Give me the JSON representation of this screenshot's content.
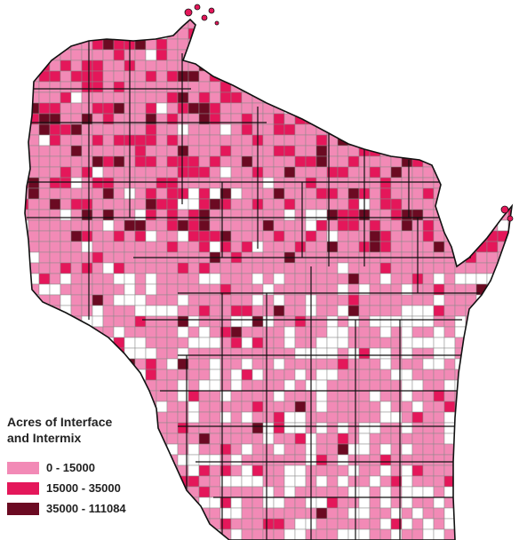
{
  "map": {
    "region": "Wisconsin",
    "colors": {
      "low": "#f28ab6",
      "mid": "#e4175a",
      "high": "#6b0a22",
      "none": "#ffffff",
      "county_border": "#111111",
      "section_line": "#888888"
    }
  },
  "legend": {
    "title_line1": "Acres of Interface",
    "title_line2": "and Intermix",
    "items": [
      {
        "label": "0 - 15000",
        "color": "#f28ab6"
      },
      {
        "label": "15000 - 35000",
        "color": "#e4175a"
      },
      {
        "label": "35000 - 111084",
        "color": "#6b0a22"
      }
    ]
  }
}
